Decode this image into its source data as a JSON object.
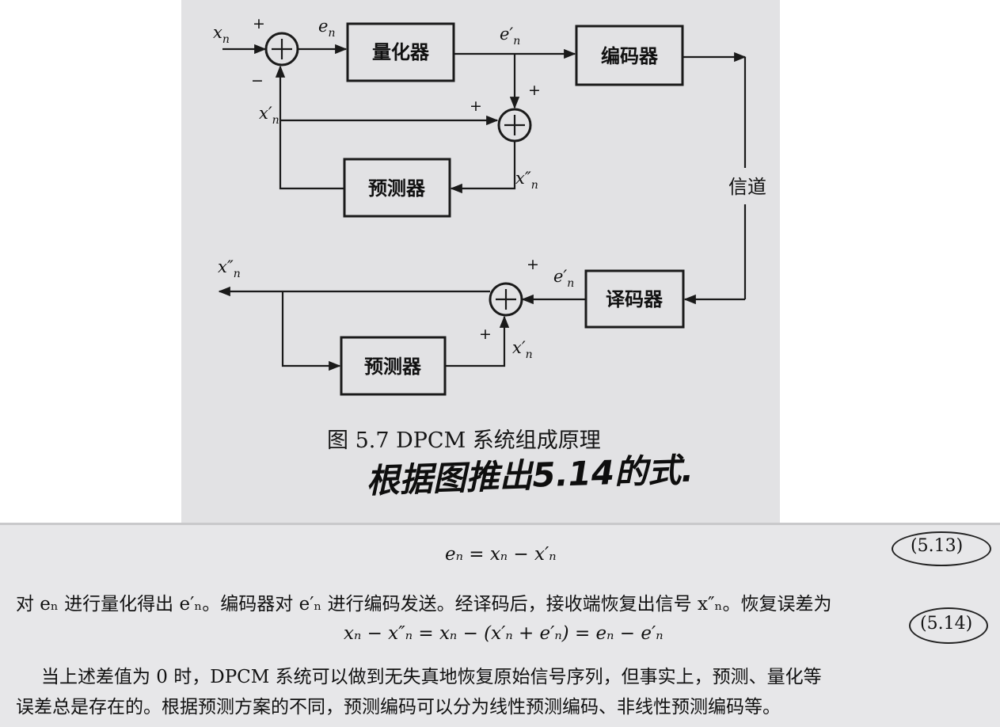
{
  "figure": {
    "blocks": {
      "quantizer": "量化器",
      "encoder": "编码器",
      "predictor_top": "预测器",
      "decoder": "译码器",
      "predictor_bottom": "预测器"
    },
    "signals": {
      "x_n": "x",
      "e_n": "e",
      "e_prime_n": "e′",
      "x_prime_n": "x′",
      "x_dprime_n": "x″",
      "sub_n": "n"
    },
    "signs": {
      "plus": "+",
      "minus": "−"
    },
    "channel": "信道",
    "caption": "图 5.7   DPCM 系统组成原理",
    "handwritten_note": "根据图推出5.14的式."
  },
  "text": {
    "eq_513": "eₙ = xₙ − x′ₙ",
    "eq_513_num": "(5.13)",
    "line1": "对 eₙ 进行量化得出 e′ₙ。编码器对 e′ₙ 进行编码发送。经译码后，接收端恢复出信号 x″ₙ。恢复误差为",
    "eq_514": "xₙ − x″ₙ = xₙ − (x′ₙ + e′ₙ) = eₙ − e′ₙ",
    "eq_514_num": "(5.14)",
    "line2": "当上述差值为 0 时，DPCM 系统可以做到无失真地恢复原始信号序列，但事实上，预测、量化等",
    "line3": "误差总是存在的。根据预测方案的不同，预测编码可以分为线性预测编码、非线性预测编码等。"
  }
}
